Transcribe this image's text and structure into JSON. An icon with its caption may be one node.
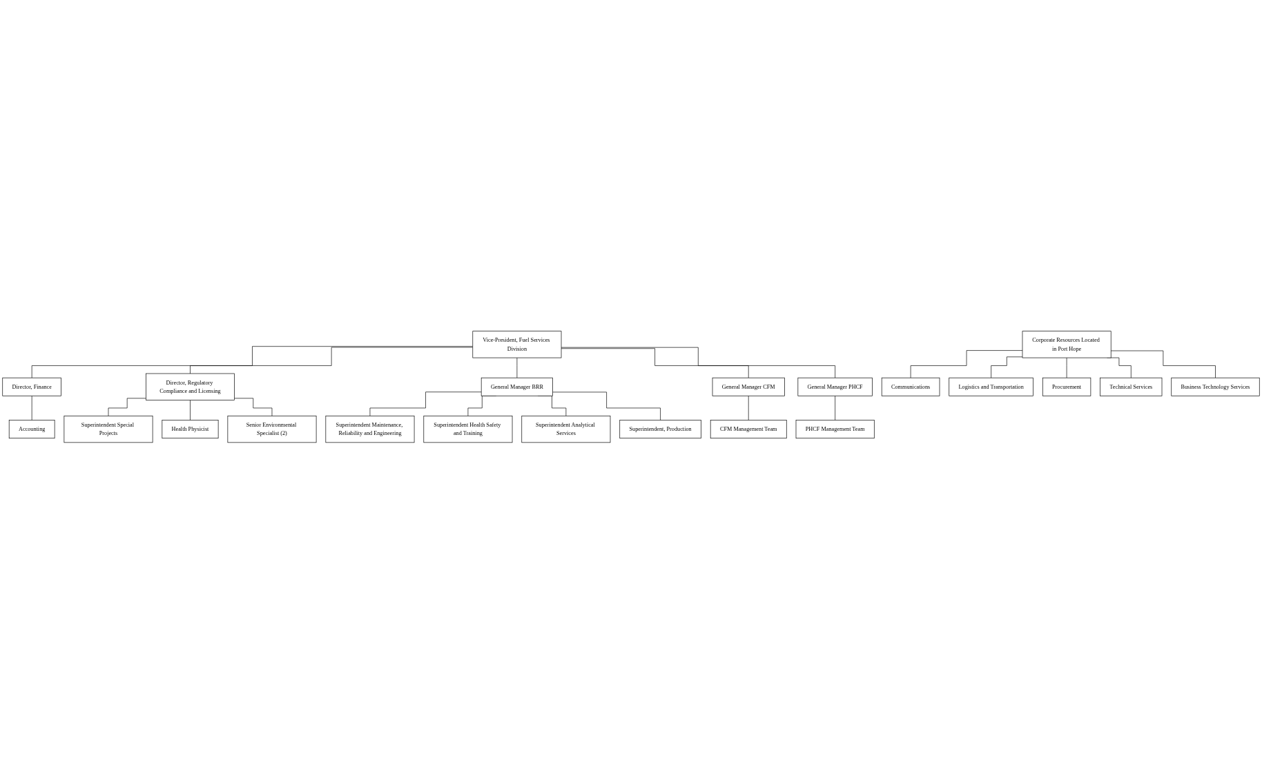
{
  "diagram": {
    "nodes": [
      {
        "text": [
          "Vice-President, Fuel Services Division"
        ]
      },
      {
        "text": [
          "Director, Finance"
        ]
      },
      {
        "text": [
          "Accounting"
        ]
      },
      {
        "text": [
          "Director, Regulatory Compliance and Licensing"
        ]
      },
      {
        "text": [
          "Superintendent Special Projects"
        ]
      },
      {
        "text": [
          "Health Physicist"
        ]
      },
      {
        "text": [
          "Senior Environmental Specialist (2)"
        ]
      },
      {
        "text": [
          "General Manager BRR"
        ]
      },
      {
        "text": [
          "Superintendent Maintenance, Reliability and Engineering"
        ]
      },
      {
        "text": [
          "Superintendent Health Safety and Training"
        ]
      },
      {
        "text": [
          "Superintendent Analytical Services"
        ]
      },
      {
        "text": [
          "Superintendent, Production"
        ]
      },
      {
        "text": [
          "General Manager CFM"
        ]
      },
      {
        "text": [
          "CFM Management Team"
        ]
      },
      {
        "text": [
          "General Manager PHCF"
        ]
      },
      {
        "text": [
          "PHCF Management Team"
        ]
      },
      {
        "text": [
          "Corporate Resources Located in Port Hope"
        ]
      },
      {
        "text": [
          "Communications"
        ]
      },
      {
        "text": [
          "Logistics and Transportation"
        ]
      },
      {
        "text": [
          "Procurement"
        ]
      },
      {
        "text": [
          "Technical Services"
        ]
      },
      {
        "text": [
          "Business Technology Services"
        ]
      }
    ],
    "edges": [
      {
        "from": 0,
        "to": 1,
        "arrow": "none"
      },
      {
        "from": 0,
        "to": 3,
        "arrow": "none"
      },
      {
        "from": 0,
        "to": 7,
        "arrow": "none"
      },
      {
        "from": 0,
        "to": 12,
        "arrow": "none"
      },
      {
        "from": 0,
        "to": 14,
        "arrow": "none"
      },
      {
        "from": 1,
        "to": 2,
        "arrow": "none"
      },
      {
        "from": 3,
        "to": 4,
        "arrow": "none"
      },
      {
        "from": 3,
        "to": 5,
        "arrow": "none"
      },
      {
        "from": 3,
        "to": 6,
        "arrow": "none"
      },
      {
        "from": 7,
        "to": 8,
        "arrow": "none"
      },
      {
        "from": 7,
        "to": 9,
        "arrow": "none"
      },
      {
        "from": 7,
        "to": 10,
        "arrow": "none"
      },
      {
        "from": 7,
        "to": 11,
        "arrow": "none"
      },
      {
        "from": 12,
        "to": 13,
        "arrow": "none"
      },
      {
        "from": 14,
        "to": 15,
        "arrow": "none"
      },
      {
        "from": 16,
        "to": 17,
        "arrow": "none"
      },
      {
        "from": 16,
        "to": 18,
        "arrow": "none"
      },
      {
        "from": 16,
        "to": 19,
        "arrow": "none"
      },
      {
        "from": 16,
        "to": 20,
        "arrow": "none"
      },
      {
        "from": 16,
        "to": 21,
        "arrow": "none"
      }
    ]
  }
}
